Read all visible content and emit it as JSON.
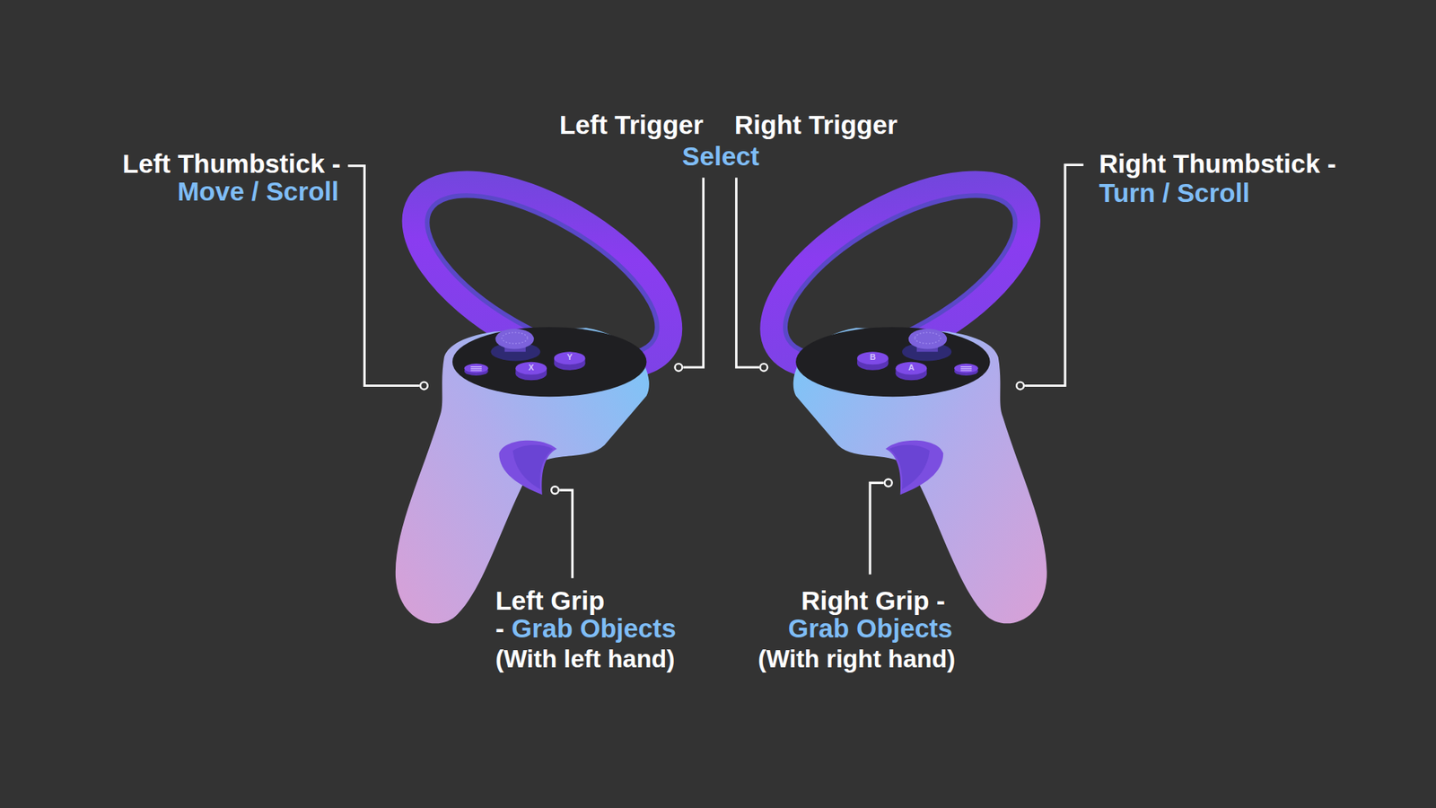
{
  "diagram": {
    "labels": [
      "Left Trigger",
      "Right Trigger",
      "Left Thumbstick -",
      "Select",
      "Right Thumbstick -",
      "Move / Scroll",
      "Turn / Scroll",
      "Y",
      "X",
      "B",
      "A",
      "Left Grip",
      "Right Grip -",
      "-",
      "Grab Objects",
      "Grab Objects",
      "(With left hand)",
      "(With right hand)"
    ]
  }
}
